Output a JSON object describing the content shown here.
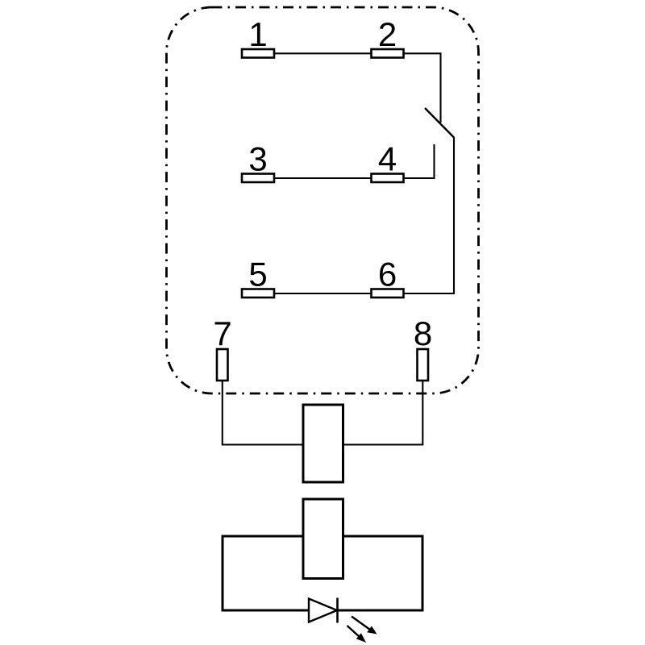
{
  "diagram": {
    "background_color": "#ffffff",
    "line_color": "#000000",
    "terminal_labels": [
      "1",
      "2",
      "3",
      "4",
      "5",
      "6",
      "7",
      "8"
    ],
    "symbols": [
      "relay-enclosure-dashdot-outline",
      "changeover-switch-contact",
      "relay-coil",
      "module-body",
      "led-diode",
      "light-emission-arrows"
    ]
  }
}
